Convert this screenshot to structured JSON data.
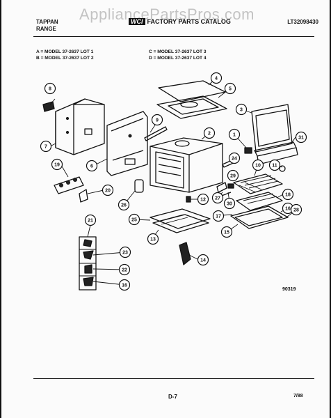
{
  "watermark": "AppliancePartsPros.com",
  "header": {
    "brand_line1": "TAPPAN",
    "brand_line2": "RANGE",
    "catalog_logo": "WCI",
    "catalog_title": "FACTORY PARTS CATALOG",
    "doc_number": "LT32098430"
  },
  "models": {
    "A": "A = MODEL 37-2637 LOT 1",
    "B": "B = MODEL 37-2637 LOT 2",
    "C": "C = MODEL 37-2637 LOT 3",
    "D": "D = MODEL 37-2637 LOT 4"
  },
  "callouts": [
    {
      "id": "c1",
      "label": "1"
    },
    {
      "id": "c2",
      "label": "2"
    },
    {
      "id": "c3",
      "label": "3"
    },
    {
      "id": "c4",
      "label": "4"
    },
    {
      "id": "c5",
      "label": "5"
    },
    {
      "id": "c6",
      "label": "6"
    },
    {
      "id": "c7",
      "label": "7"
    },
    {
      "id": "c8",
      "label": "8"
    },
    {
      "id": "c9",
      "label": "9"
    },
    {
      "id": "c10",
      "label": "10"
    },
    {
      "id": "c11",
      "label": "11"
    },
    {
      "id": "c12",
      "label": "12"
    },
    {
      "id": "c13",
      "label": "13"
    },
    {
      "id": "c14",
      "label": "14"
    },
    {
      "id": "c15",
      "label": "15"
    },
    {
      "id": "c16",
      "label": "16"
    },
    {
      "id": "c17",
      "label": "17"
    },
    {
      "id": "c18",
      "label": "18"
    },
    {
      "id": "c19",
      "label": "19"
    },
    {
      "id": "c20",
      "label": "20"
    },
    {
      "id": "c21",
      "label": "21"
    },
    {
      "id": "c22",
      "label": "22"
    },
    {
      "id": "c23",
      "label": "23"
    },
    {
      "id": "c24",
      "label": "24"
    },
    {
      "id": "c25",
      "label": "25"
    },
    {
      "id": "c26",
      "label": "26"
    },
    {
      "id": "c27",
      "label": "27"
    },
    {
      "id": "c28",
      "label": "28"
    },
    {
      "id": "c29",
      "label": "29"
    },
    {
      "id": "c30",
      "label": "30"
    },
    {
      "id": "c31",
      "label": "31"
    },
    {
      "id": "c16b",
      "label": "16"
    }
  ],
  "footer": {
    "figure_code": "90319",
    "page_number": "D-7",
    "date": "7/88"
  }
}
